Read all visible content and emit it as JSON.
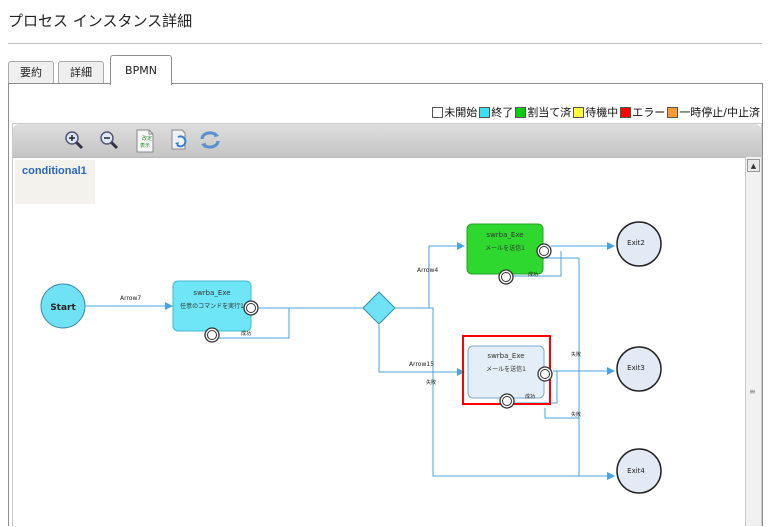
{
  "page": {
    "title": "プロセス インスタンス詳細"
  },
  "tabs": [
    {
      "label": "要約",
      "active": false
    },
    {
      "label": "詳細",
      "active": false
    },
    {
      "label": "BPMN",
      "active": true
    }
  ],
  "legend": [
    {
      "label": "未開始",
      "color": "#ffffff"
    },
    {
      "label": "終了",
      "color": "#33e4f5"
    },
    {
      "label": "割当て済",
      "color": "#00d000"
    },
    {
      "label": "待機中",
      "color": "#ffff33"
    },
    {
      "label": "エラー",
      "color": "#ff0000"
    },
    {
      "label": "一時停止/中止済",
      "color": "#ff9933"
    }
  ],
  "toolbar": {
    "buttons": [
      {
        "icon": "zoom-in-icon"
      },
      {
        "icon": "zoom-out-icon"
      },
      {
        "icon": "document-icon",
        "text": [
          "改",
          "定",
          "表",
          "示"
        ]
      },
      {
        "icon": "refresh-document-icon"
      },
      {
        "icon": "sync-icon"
      }
    ]
  },
  "diagram": {
    "process_name": "conditional1",
    "start": {
      "label": "Start"
    },
    "tasks": [
      {
        "id": "task1",
        "title": "swrba_Exe",
        "subtitle": "任意のコマンドを実行1",
        "status_color": "#6ee6f7",
        "success_label": "成功"
      },
      {
        "id": "task2",
        "title": "swrba_Exe",
        "subtitle": "メールを送信1",
        "status_color": "#2fd82f",
        "success_label": "成功"
      },
      {
        "id": "task3",
        "title": "swrba_Exe",
        "subtitle": "メールを送信1",
        "status_color": "#e3eef8",
        "success_label": "成功",
        "highlight_color": "#ff0000"
      }
    ],
    "exits": [
      "Exit2",
      "Exit3",
      "Exit4"
    ],
    "arrows": [
      "Arrow7",
      "Arrow4",
      "Arrow15"
    ],
    "fail_labels": [
      "失敗",
      "失敗",
      "失敗"
    ],
    "colors": {
      "flow": "#4aa3df",
      "exit_fill": "#e3eaf5",
      "start_fill": "#6fe3f5",
      "gateway_fill": "#6fe3f5"
    }
  }
}
